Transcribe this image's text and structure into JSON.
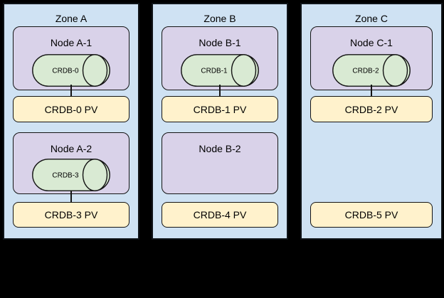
{
  "diagram": {
    "description_colors": {
      "canvas_background": "#000000",
      "zone_fill": "#cfe2f3",
      "node_fill": "#d9d2e9",
      "pod_fill": "#d9ead3",
      "pv_fill": "#fff2cc",
      "border": "#141414"
    },
    "zones": [
      {
        "title": "Zone A",
        "rows": [
          {
            "node_label": "Node A-1",
            "pod_label": "CRDB-0",
            "pv_label": "CRDB-0 PV",
            "has_connector": true
          },
          {
            "node_label": "Node A-2",
            "pod_label": "CRDB-3",
            "pv_label": "CRDB-3 PV",
            "has_connector": true
          }
        ]
      },
      {
        "title": "Zone B",
        "rows": [
          {
            "node_label": "Node B-1",
            "pod_label": "CRDB-1",
            "pv_label": "CRDB-1 PV",
            "has_connector": true
          },
          {
            "node_label": "Node B-2",
            "pv_label": "CRDB-4 PV",
            "has_connector": false
          }
        ]
      },
      {
        "title": "Zone C",
        "rows": [
          {
            "node_label": "Node C-1",
            "pod_label": "CRDB-2",
            "pv_label": "CRDB-2 PV",
            "has_connector": true
          },
          {
            "pv_label": "CRDB-5 PV",
            "has_connector": false
          }
        ]
      }
    ]
  }
}
